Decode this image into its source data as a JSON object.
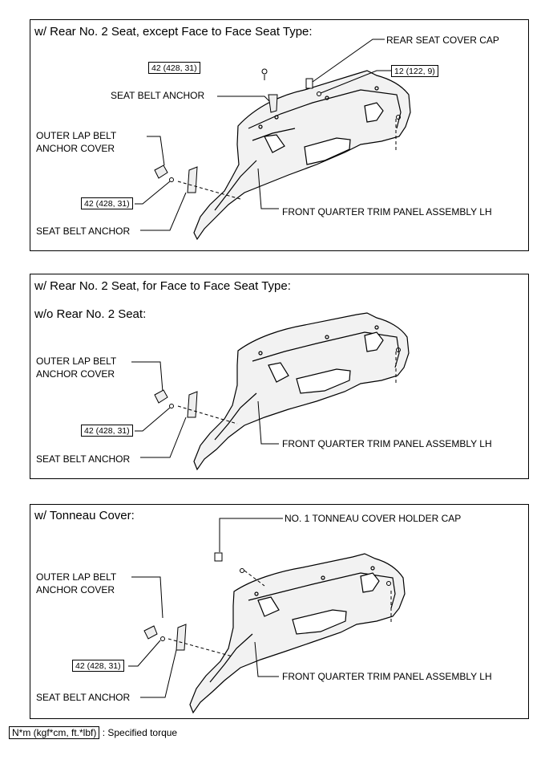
{
  "panels": [
    {
      "titles": [
        "w/ Rear No. 2 Seat, except Face to Face Seat Type:"
      ],
      "labels": {
        "rear_seat_cover_cap": "REAR SEAT COVER CAP",
        "seat_belt_anchor_upper": "SEAT BELT ANCHOR",
        "outer_lap_belt_anchor_cover": [
          "OUTER LAP BELT",
          "ANCHOR COVER"
        ],
        "front_quarter_trim": "FRONT QUARTER TRIM PANEL ASSEMBLY LH",
        "seat_belt_anchor_lower": "SEAT BELT ANCHOR"
      },
      "torques": [
        "42 (428, 31)",
        "12 (122, 9)",
        "42 (428, 31)"
      ]
    },
    {
      "titles": [
        "w/ Rear No. 2 Seat, for Face to Face Seat Type:",
        "w/o Rear No. 2 Seat:"
      ],
      "labels": {
        "outer_lap_belt_anchor_cover": [
          "OUTER LAP BELT",
          "ANCHOR COVER"
        ],
        "front_quarter_trim": "FRONT QUARTER TRIM PANEL ASSEMBLY LH",
        "seat_belt_anchor_lower": "SEAT BELT ANCHOR"
      },
      "torques": [
        "42 (428, 31)"
      ]
    },
    {
      "titles": [
        "w/ Tonneau Cover:"
      ],
      "labels": {
        "tonneau_cap": "NO. 1 TONNEAU COVER HOLDER CAP",
        "outer_lap_belt_anchor_cover": [
          "OUTER LAP BELT",
          "ANCHOR COVER"
        ],
        "front_quarter_trim": "FRONT QUARTER TRIM PANEL ASSEMBLY LH",
        "seat_belt_anchor_lower": "SEAT BELT ANCHOR"
      },
      "torques": [
        "42 (428, 31)"
      ]
    }
  ],
  "legend": {
    "unit": "N*m (kgf*cm, ft.*lbf)",
    "text": ": Specified torque"
  }
}
